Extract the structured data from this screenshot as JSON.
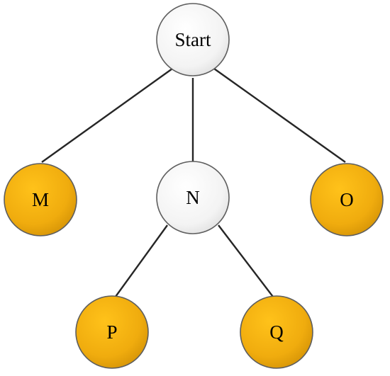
{
  "diagram": {
    "type": "tree",
    "colors": {
      "neutral_node": "#f2f2f2",
      "highlight_node": "#f0ac0e",
      "edge": "#262626",
      "node_border": "#5e5e5e"
    },
    "nodes": [
      {
        "id": "start",
        "label": "Start",
        "style": "neutral"
      },
      {
        "id": "m",
        "label": "M",
        "style": "highlight"
      },
      {
        "id": "n",
        "label": "N",
        "style": "neutral"
      },
      {
        "id": "o",
        "label": "O",
        "style": "highlight"
      },
      {
        "id": "p",
        "label": "P",
        "style": "highlight"
      },
      {
        "id": "q",
        "label": "Q",
        "style": "highlight"
      }
    ],
    "edges": [
      {
        "from": "start",
        "to": "m"
      },
      {
        "from": "start",
        "to": "n"
      },
      {
        "from": "start",
        "to": "o"
      },
      {
        "from": "n",
        "to": "p"
      },
      {
        "from": "n",
        "to": "q"
      }
    ]
  }
}
